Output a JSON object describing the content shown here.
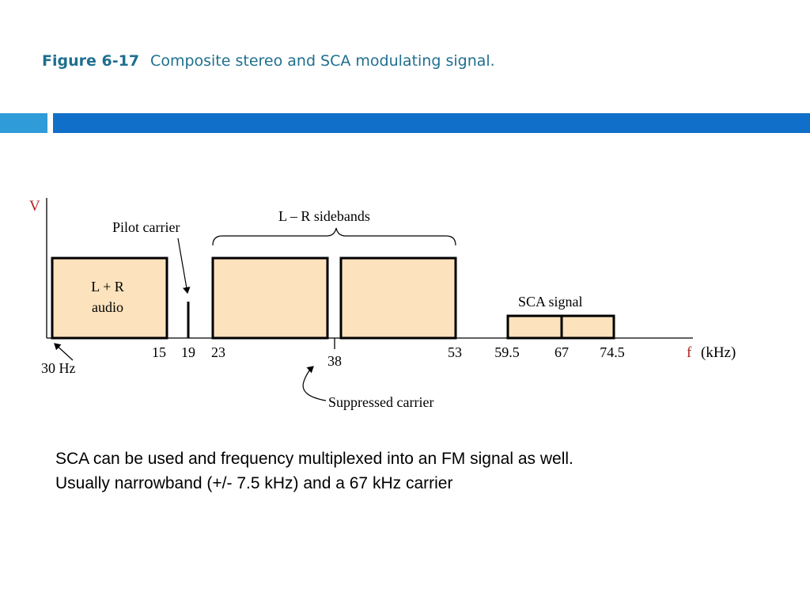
{
  "slide": {
    "figure_label": "Figure 6-17",
    "title": "Composite stereo and SCA modulating signal.",
    "accent_color_left": "#2f9bd8",
    "accent_color_right": "#1070c9"
  },
  "diagram": {
    "axis_label_v": "V",
    "axis_label_f": "f",
    "axis_unit": "(kHz)",
    "block_fill": "#fce2bd",
    "label_color_red": "#b3201f",
    "blocks": {
      "lr_audio_line1": "L + R",
      "lr_audio_line2": "audio",
      "sca_signal": "SCA signal"
    },
    "annotations": {
      "pilot_carrier": "Pilot carrier",
      "lr_sidebands": "L – R sidebands",
      "suppressed_carrier": "Suppressed carrier",
      "hz30": "30 Hz"
    },
    "ticks": {
      "t15": "15",
      "t19": "19",
      "t23": "23",
      "t38": "38",
      "t53": "53",
      "t59_5": "59.5",
      "t67": "67",
      "t74_5": "74.5"
    }
  },
  "body": {
    "line1": "SCA can be used and frequency multiplexed into an FM signal as well.",
    "line2": "Usually narrowband (+/- 7.5 kHz) and a 67 kHz carrier"
  }
}
